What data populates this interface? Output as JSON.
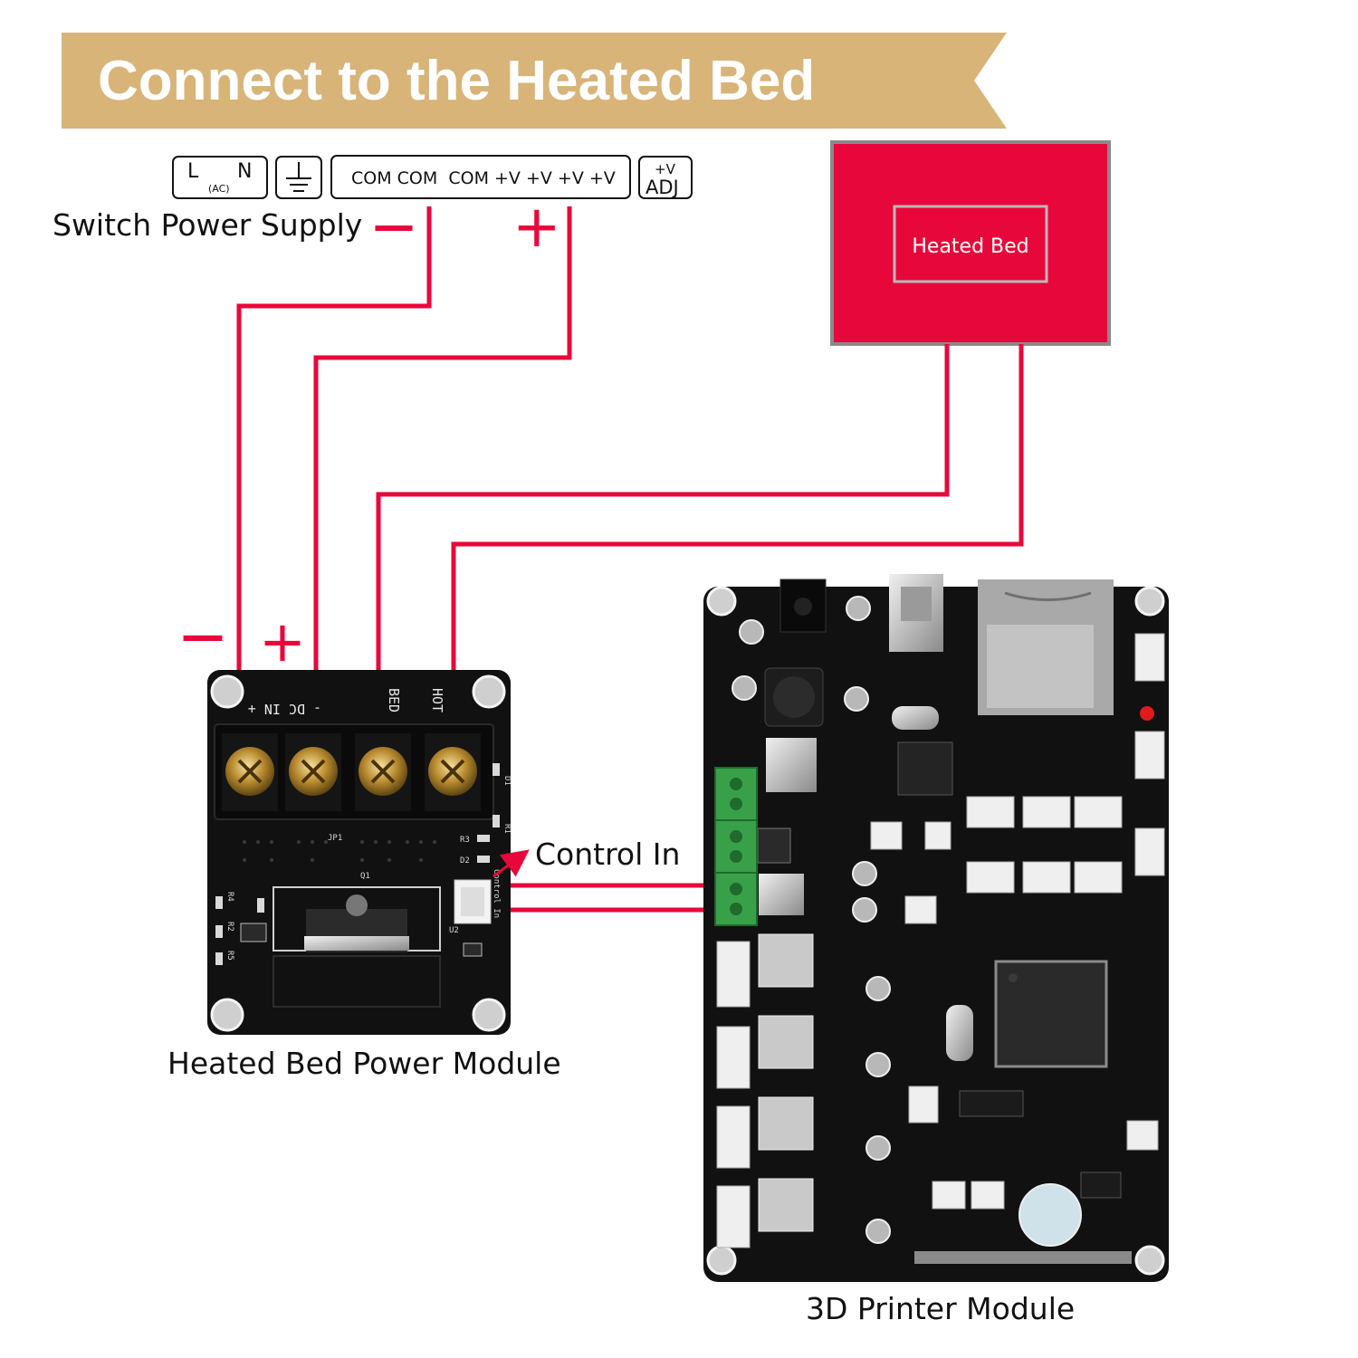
{
  "banner": {
    "title": "Connect to the Heated Bed",
    "color": "#D8B479"
  },
  "power_supply": {
    "label": "Switch Power Supply",
    "ac_l": "L",
    "ac_n": "N",
    "ac_sub": "(AC)",
    "ground_icon": "ground-icon",
    "outputs": "COM COM  COM +V +V +V +V",
    "adj_top": "+V",
    "adj_bottom": "ADJ",
    "minus_sign": "—",
    "plus_sign": "+"
  },
  "heated_bed": {
    "label": "Heated Bed",
    "color": "#E8073A"
  },
  "power_module": {
    "label": "Heated Bed Power Module",
    "minus_sign": "—",
    "plus_sign": "+",
    "silk": {
      "dc_in": "- DC IN +",
      "bed": "BED",
      "hot": "HOT",
      "d1": "D1",
      "r1": "R1",
      "r3": "R3",
      "d2": "D2",
      "jp1": "JP1",
      "q1": "Q1",
      "r4": "R4",
      "r2": "R2",
      "r5": "R5",
      "u2": "U2",
      "control_in": "Control In"
    }
  },
  "control_in": {
    "label": "Control In"
  },
  "printer_module": {
    "label": "3D Printer Module"
  },
  "colors": {
    "wire": "#E8073A",
    "pcb": "#111111"
  }
}
